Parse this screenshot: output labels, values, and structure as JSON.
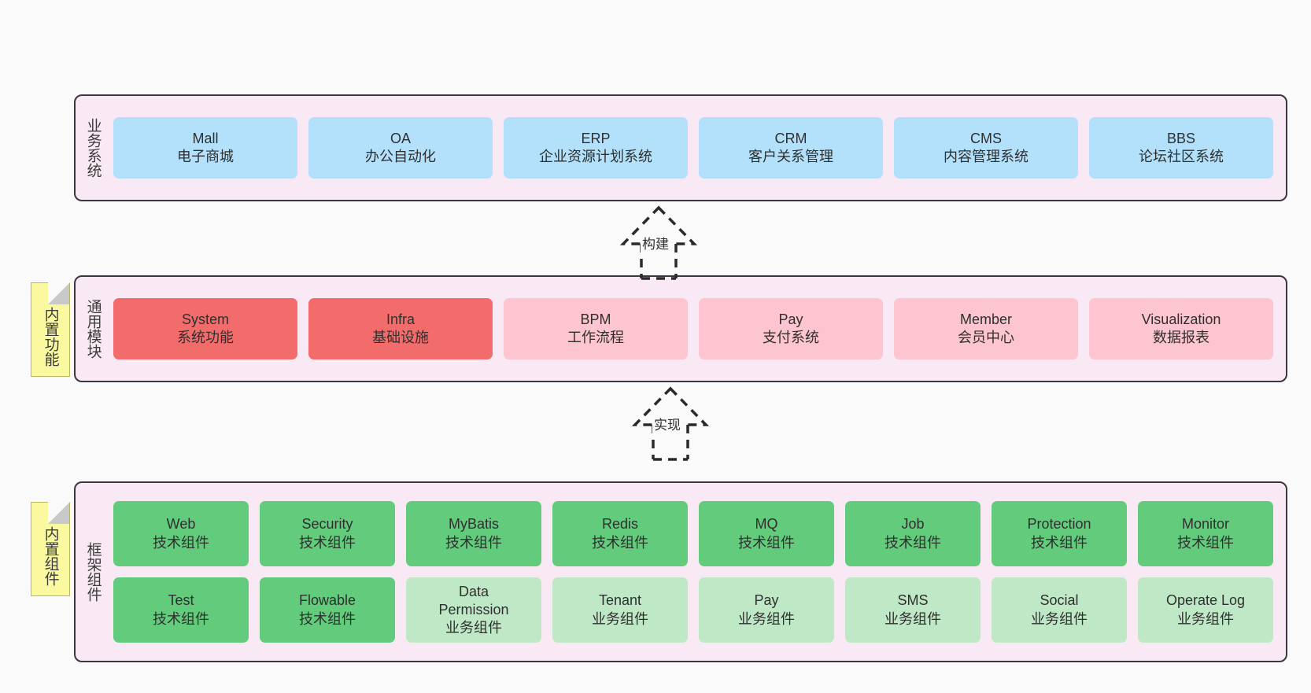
{
  "diagram": {
    "background_color": "#fafafa",
    "panel_color": "#f8e9f4",
    "panel_border_color": "#3d3640",
    "note_color": "#fbf9a0"
  },
  "layers": [
    {
      "id": "business-systems",
      "title": "业务系统",
      "note": null,
      "rows": [
        {
          "cells": [
            {
              "l1": "Mall",
              "l2": "电子商城",
              "color": "#b3e0fb",
              "style": "c-blue"
            },
            {
              "l1": "OA",
              "l2": "办公自动化",
              "color": "#b3e0fb",
              "style": "c-blue"
            },
            {
              "l1": "ERP",
              "l2": "企业资源计划系统",
              "color": "#b3e0fb",
              "style": "c-blue"
            },
            {
              "l1": "CRM",
              "l2": "客户关系管理",
              "color": "#b3e0fb",
              "style": "c-blue"
            },
            {
              "l1": "CMS",
              "l2": "内容管理系统",
              "color": "#b3e0fb",
              "style": "c-blue"
            },
            {
              "l1": "BBS",
              "l2": "论坛社区系统",
              "color": "#b3e0fb",
              "style": "c-blue"
            }
          ]
        }
      ]
    },
    {
      "id": "common-modules",
      "title": "通用模块",
      "note": "内置功能",
      "rows": [
        {
          "cells": [
            {
              "l1": "System",
              "l2": "系统功能",
              "color": "#f36c6c",
              "style": "c-red"
            },
            {
              "l1": "Infra",
              "l2": "基础设施",
              "color": "#f36c6c",
              "style": "c-red"
            },
            {
              "l1": "BPM",
              "l2": "工作流程",
              "color": "#fcc5cf",
              "style": "c-pink"
            },
            {
              "l1": "Pay",
              "l2": "支付系统",
              "color": "#fcc5cf",
              "style": "c-pink"
            },
            {
              "l1": "Member",
              "l2": "会员中心",
              "color": "#fcc5cf",
              "style": "c-pink"
            },
            {
              "l1": "Visualization",
              "l2": "数据报表",
              "color": "#fcc5cf",
              "style": "c-pink"
            }
          ]
        }
      ]
    },
    {
      "id": "framework-components",
      "title": "框架组件",
      "note": "内置组件",
      "rows": [
        {
          "cells": [
            {
              "l1": "Web",
              "l2": "技术组件",
              "color": "#63cb7c",
              "style": "c-green"
            },
            {
              "l1": "Security",
              "l2": "技术组件",
              "color": "#63cb7c",
              "style": "c-green"
            },
            {
              "l1": "MyBatis",
              "l2": "技术组件",
              "color": "#63cb7c",
              "style": "c-green"
            },
            {
              "l1": "Redis",
              "l2": "技术组件",
              "color": "#63cb7c",
              "style": "c-green"
            },
            {
              "l1": "MQ",
              "l2": "技术组件",
              "color": "#63cb7c",
              "style": "c-green"
            },
            {
              "l1": "Job",
              "l2": "技术组件",
              "color": "#63cb7c",
              "style": "c-green"
            },
            {
              "l1": "Protection",
              "l2": "技术组件",
              "color": "#63cb7c",
              "style": "c-green"
            },
            {
              "l1": "Monitor",
              "l2": "技术组件",
              "color": "#63cb7c",
              "style": "c-green"
            }
          ]
        },
        {
          "cells": [
            {
              "l1": "Test",
              "l2": "技术组件",
              "color": "#63cb7c",
              "style": "c-green"
            },
            {
              "l1": "Flowable",
              "l2": "技术组件",
              "color": "#63cb7c",
              "style": "c-green"
            },
            {
              "l1": "Data Permission",
              "l2": "业务组件",
              "color": "#bfe8c6",
              "style": "c-lightgreen"
            },
            {
              "l1": "Tenant",
              "l2": "业务组件",
              "color": "#bfe8c6",
              "style": "c-lightgreen"
            },
            {
              "l1": "Pay",
              "l2": "业务组件",
              "color": "#bfe8c6",
              "style": "c-lightgreen"
            },
            {
              "l1": "SMS",
              "l2": "业务组件",
              "color": "#bfe8c6",
              "style": "c-lightgreen"
            },
            {
              "l1": "Social",
              "l2": "业务组件",
              "color": "#bfe8c6",
              "style": "c-lightgreen"
            },
            {
              "l1": "Operate Log",
              "l2": "业务组件",
              "color": "#bfe8c6",
              "style": "c-lightgreen"
            }
          ]
        }
      ]
    }
  ],
  "connectors": [
    {
      "id": "build",
      "label": "构建",
      "from": "common-modules",
      "to": "business-systems"
    },
    {
      "id": "implement",
      "label": "实现",
      "from": "framework-components",
      "to": "common-modules"
    }
  ]
}
